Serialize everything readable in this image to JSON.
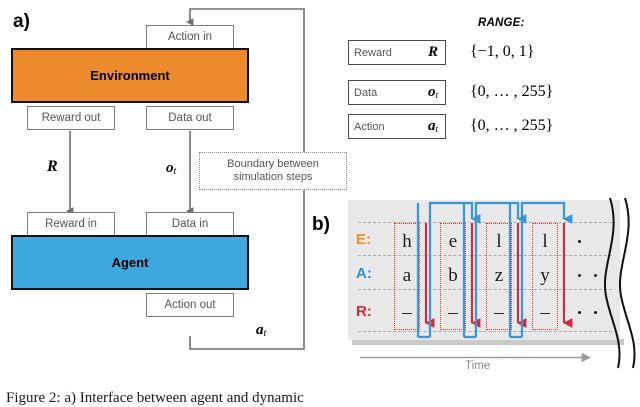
{
  "figure": {
    "panel_a_label": "a)",
    "panel_b_label": "b)",
    "caption": "Figure 2: a) Interface between agent and dynamic"
  },
  "panel_a": {
    "environment_box": {
      "label": "Environment",
      "color": "#ED8A2B"
    },
    "agent_box": {
      "label": "Agent",
      "color": "#3FA8DE"
    },
    "ports": {
      "action_in": "Action in",
      "reward_out": "Reward out",
      "data_out": "Data out",
      "reward_in": "Reward in",
      "data_in": "Data in",
      "action_out": "Action out"
    },
    "edge_labels": {
      "reward": "R",
      "observation_base": "o",
      "observation_sub": "t",
      "action_base": "a",
      "action_sub": "t"
    },
    "boundary_note": {
      "line1": "Boundary between",
      "line2": "simulation steps"
    }
  },
  "range_table": {
    "title": "RANGE:",
    "rows": [
      {
        "name": "Reward",
        "symbol": "R",
        "sub": "",
        "range": "{−1, 0, 1}"
      },
      {
        "name": "Data",
        "symbol": "o",
        "sub": "t",
        "range": "{0, … , 255}"
      },
      {
        "name": "Action",
        "symbol": "a",
        "sub": "t",
        "range": "{0, … , 255}"
      }
    ]
  },
  "panel_b": {
    "time_label": "Time",
    "rows": [
      {
        "key": "E",
        "label": "E:",
        "color": "#F08C22",
        "cells": [
          "h",
          "e",
          "l",
          "l"
        ],
        "trailing_dots": 1
      },
      {
        "key": "A",
        "label": "A:",
        "color": "#2E8FD0",
        "cells": [
          "a",
          "b",
          "z",
          "y"
        ],
        "trailing_dots": 2
      },
      {
        "key": "R",
        "label": "R:",
        "color": "#D72638",
        "cells": [
          "–",
          "–",
          "–",
          "–"
        ],
        "trailing_dots": 2
      }
    ],
    "colors": {
      "background": "#e8e8e8",
      "red_arrow": "#D72638",
      "blue_bracket": "#3A96D8",
      "separator": "#a9a9a9",
      "time_arrow": "#9a9a9a"
    },
    "step_count": 4
  }
}
